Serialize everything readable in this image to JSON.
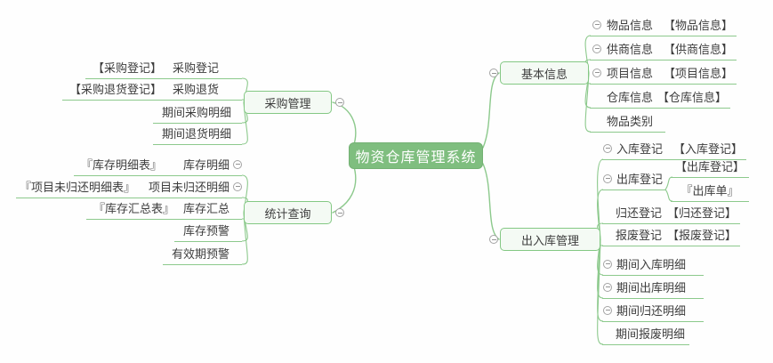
{
  "root": {
    "label": "物资仓库管理系统"
  },
  "branches": {
    "purchase": {
      "label": "采购管理",
      "items": [
        {
          "label": "采购登记",
          "tag": "【采购登记】"
        },
        {
          "label": "采购退货",
          "tag": "【采购退货登记】"
        },
        {
          "label": "期间采购明细"
        },
        {
          "label": "期间退货明细"
        }
      ]
    },
    "stats": {
      "label": "统计查询",
      "items": [
        {
          "label": "库存明细",
          "tag": "『库存明细表』"
        },
        {
          "label": "项目未归还明细",
          "tag": "『项目未归还明细表』"
        },
        {
          "label": "库存汇总",
          "tag": "『库存汇总表』"
        },
        {
          "label": "库存预警"
        },
        {
          "label": "有效期预警"
        }
      ]
    },
    "basic": {
      "label": "基本信息",
      "items": [
        {
          "label": "物品信息",
          "tag": "【物品信息】"
        },
        {
          "label": "供商信息",
          "tag": "【供商信息】"
        },
        {
          "label": "项目信息",
          "tag": "【项目信息】"
        },
        {
          "label": "仓库信息",
          "tag": "【仓库信息】"
        },
        {
          "label": "物品类别"
        }
      ]
    },
    "inout": {
      "label": "出入库管理",
      "items": [
        {
          "label": "入库登记",
          "tag": "【入库登记】"
        },
        {
          "label": "出库登记",
          "tags": [
            "【出库登记】",
            "『出库单』"
          ]
        },
        {
          "label": "归还登记",
          "tag": "【归还登记】"
        },
        {
          "label": "报废登记",
          "tag": "【报废登记】"
        },
        {
          "label": "期间入库明细"
        },
        {
          "label": "期间出库明细"
        },
        {
          "label": "期间归还明细"
        },
        {
          "label": "期间报废明细"
        }
      ]
    }
  },
  "icons": {
    "collapse": "−"
  },
  "colors": {
    "root_fill": "#7fbe7f",
    "node_border": "#84c884",
    "node_fill": "#f4faf4",
    "line": "#8cc98c",
    "text": "#3d3d3d",
    "icon": "#a3a3a3"
  }
}
